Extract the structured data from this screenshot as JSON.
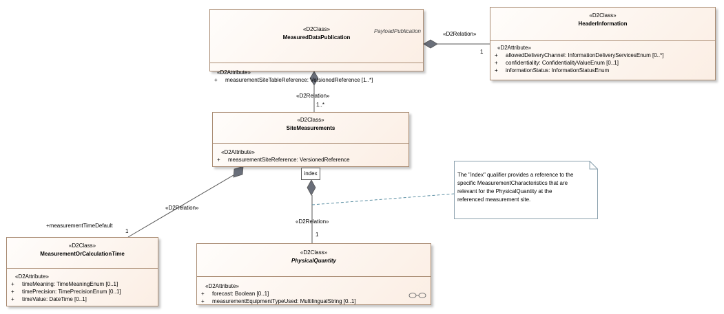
{
  "classes": {
    "measured_data_publication": {
      "stereotype": "«D2Class»",
      "name": "MeasuredDataPublication",
      "package": "PayloadPublication",
      "attr_stereotype": "«D2Attribute»",
      "attributes": [
        {
          "visibility": "+",
          "text": "measurementSiteTableReference: VersionedReference [1..*]"
        }
      ]
    },
    "header_information": {
      "stereotype": "«D2Class»",
      "name": "HeaderInformation",
      "attr_stereotype": "«D2Attribute»",
      "attributes": [
        {
          "visibility": "+",
          "text": "allowedDeliveryChannel: InformationDeliveryServicesEnum [0..*]"
        },
        {
          "visibility": "+",
          "text": "confidentiality: ConfidentialityValueEnum [0..1]"
        },
        {
          "visibility": "+",
          "text": "informationStatus: InformationStatusEnum"
        }
      ]
    },
    "site_measurements": {
      "stereotype": "«D2Class»",
      "name": "SiteMeasurements",
      "attr_stereotype": "«D2Attribute»",
      "attributes": [
        {
          "visibility": "+",
          "text": "measurementSiteReference: VersionedReference"
        }
      ]
    },
    "measurement_time": {
      "stereotype": "«D2Class»",
      "name": "MeasurementOrCalculationTime",
      "attr_stereotype": "«D2Attribute»",
      "attributes": [
        {
          "visibility": "+",
          "text": "timeMeaning: TimeMeaningEnum [0..1]"
        },
        {
          "visibility": "+",
          "text": "timePrecision: TimePrecisionEnum [0..1]"
        },
        {
          "visibility": "+",
          "text": "timeValue: DateTime [0..1]"
        }
      ]
    },
    "physical_quantity": {
      "stereotype": "«D2Class»",
      "name": "PhysicalQuantity",
      "attr_stereotype": "«D2Attribute»",
      "attributes": [
        {
          "visibility": "+",
          "text": "forecast: Boolean [0..1]"
        },
        {
          "visibility": "+",
          "text": "measurementEquipmentTypeUsed: MultilingualString [0..1]"
        }
      ]
    }
  },
  "relations": {
    "header": {
      "stereotype": "«D2Relation»",
      "multiplicity": "1"
    },
    "site": {
      "stereotype": "«D2Relation»",
      "multiplicity": "1..*"
    },
    "time": {
      "stereotype": "«D2Relation»",
      "multiplicity": "1",
      "role": "+measurementTimeDefault"
    },
    "physical": {
      "stereotype": "«D2Relation»",
      "multiplicity": "1",
      "qualifier": "index"
    }
  },
  "note": {
    "lines": [
      "The \"index\" qualifier provides a reference to the",
      "specific MeasurementCharacteristics that are",
      "relevant for the PhysicalQuantity at the",
      "referenced measurement site."
    ]
  },
  "colors": {
    "class_border": "#a98b72",
    "class_fill_top": "#fffdfb",
    "class_fill_bottom": "#fbeee4",
    "connector": "#555555",
    "diamond": "#6a6f7a",
    "note_link": "#5b8fa3"
  }
}
